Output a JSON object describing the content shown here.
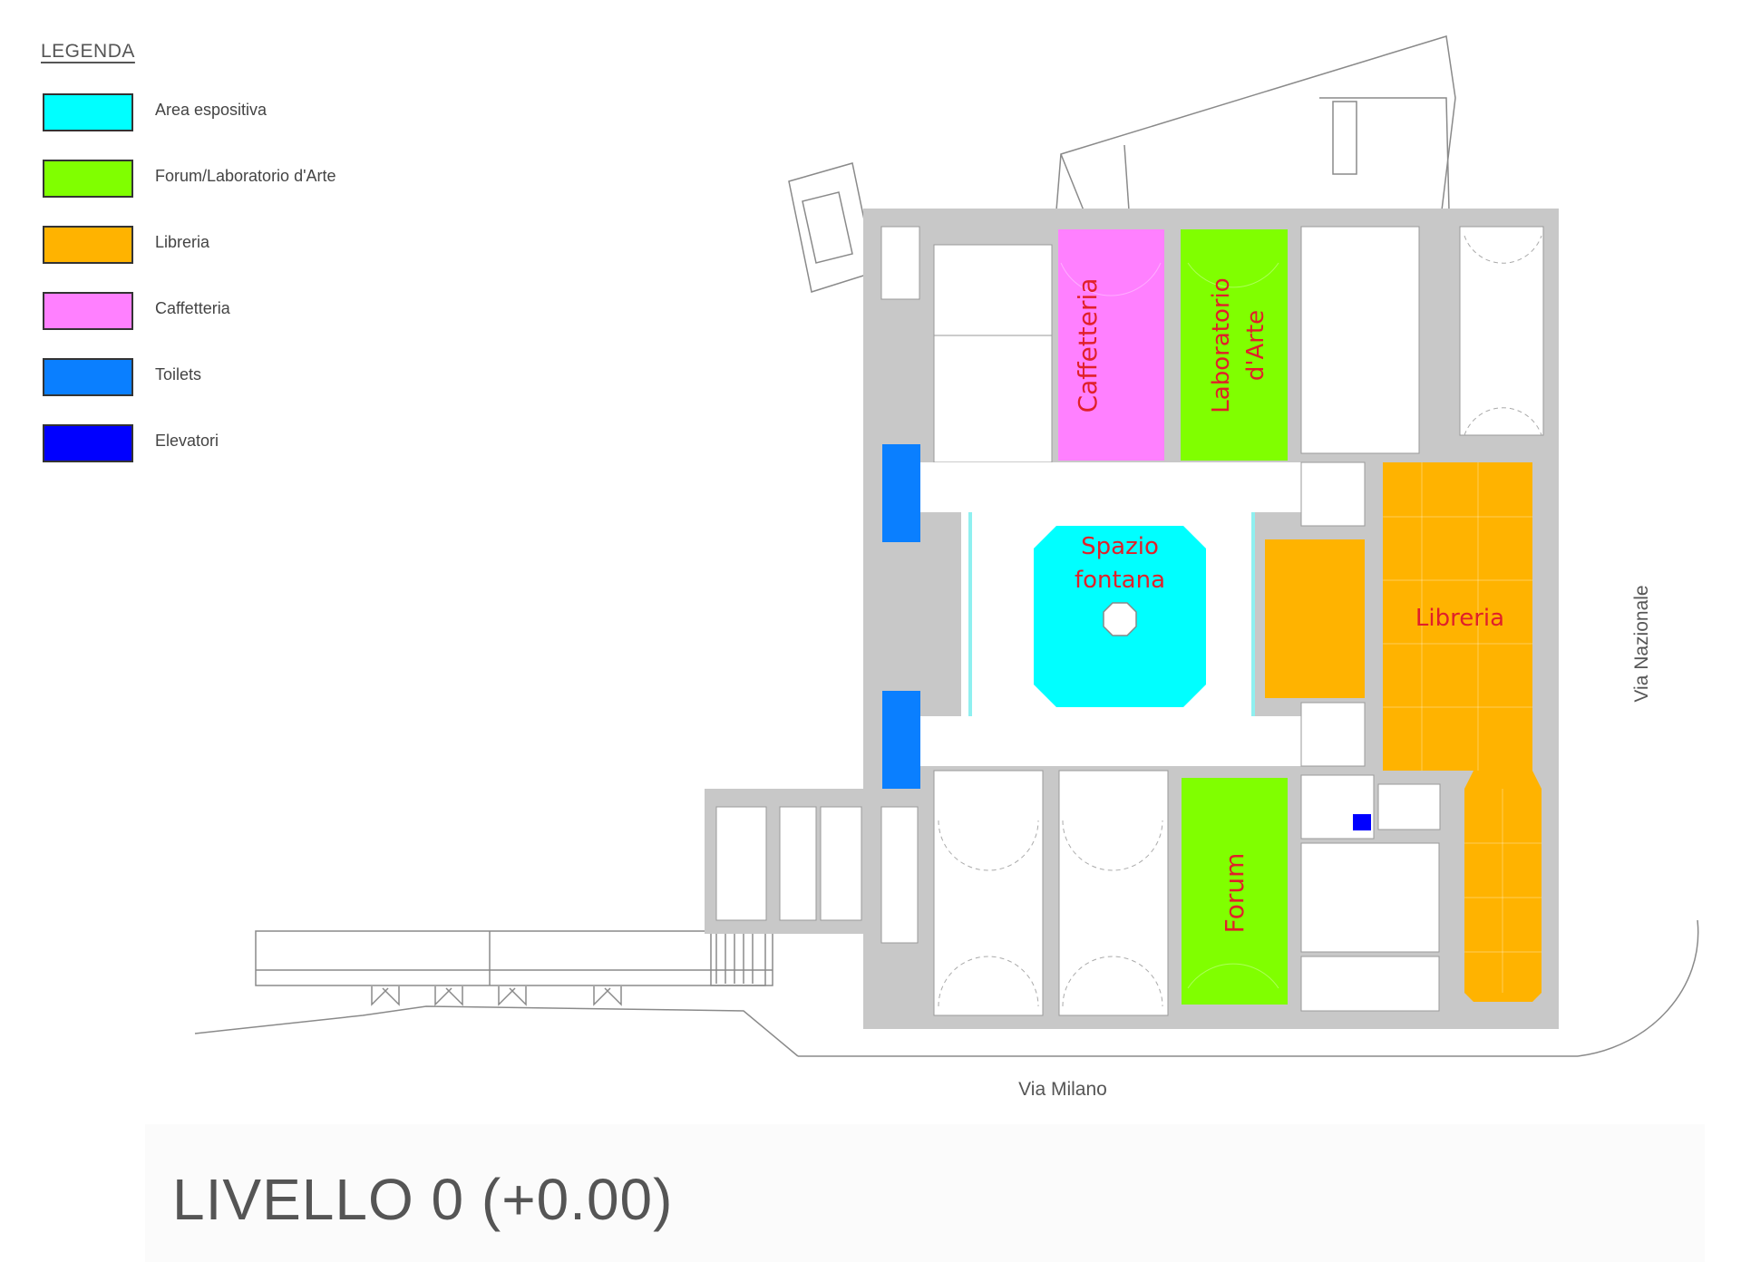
{
  "legend": {
    "title": "LEGENDA",
    "items": [
      {
        "label": "Area espositiva",
        "color": "#00ffff"
      },
      {
        "label": "Forum/Laboratorio d'Arte",
        "color": "#80ff00"
      },
      {
        "label": "Libreria",
        "color": "#ffb300"
      },
      {
        "label": "Caffetteria",
        "color": "#ff80ff"
      },
      {
        "label": "Toilets",
        "color": "#0a7fff"
      },
      {
        "label": "Elevatori",
        "color": "#0000ff"
      }
    ]
  },
  "rooms": {
    "caffetteria": "Caffetteria",
    "laboratorio_line1": "Laboratorio",
    "laboratorio_line2": "d'Arte",
    "spazio_line1": "Spazio",
    "spazio_line2": "fontana",
    "libreria": "Libreria",
    "forum": "Forum"
  },
  "streets": {
    "via_milano": "Via Milano",
    "via_nazionale": "Via Nazionale"
  },
  "level_title": "LIVELLO 0 (+0.00)",
  "colors": {
    "wall": "#c8c8c8",
    "outline": "#7a7a7a",
    "background": "#ffffff"
  }
}
